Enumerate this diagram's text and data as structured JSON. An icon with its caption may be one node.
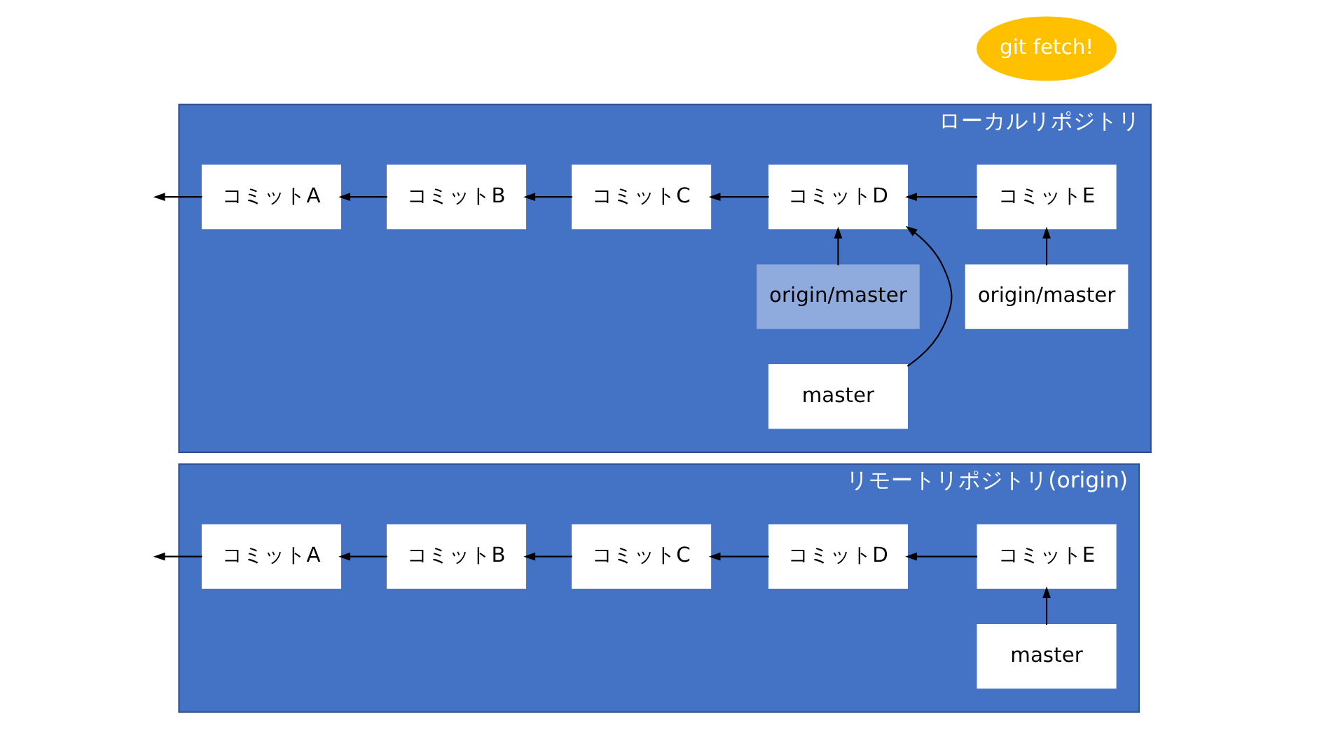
{
  "diagram": {
    "nodes": [
      {
        "text": [
          "リモートリポジトリ(origin)"
        ]
      },
      {
        "text": [
          "コミットA"
        ],
        "in": 0
      },
      {
        "text": [
          "コミットB"
        ],
        "in": 0
      },
      {
        "text": [
          "コミットC"
        ],
        "in": 0
      },
      {
        "text": [
          "コミットD"
        ],
        "in": 0
      },
      {
        "text": [
          "コミットE"
        ],
        "in": 0
      },
      {
        "text": [
          "master"
        ],
        "in": 0
      },
      {
        "text": [
          "ローカルリポジトリ"
        ]
      },
      {
        "text": [
          "origin/master"
        ],
        "in": 7
      },
      {
        "text": [
          "origin/master"
        ],
        "in": 7
      },
      {
        "text": [
          "コミットA"
        ],
        "in": 7
      },
      {
        "text": [
          "コミットB"
        ],
        "in": 7
      },
      {
        "text": [
          "コミットC"
        ],
        "in": 7
      },
      {
        "text": [
          "コミットD"
        ],
        "in": 7
      },
      {
        "text": [
          "コミットE"
        ],
        "in": 7
      },
      {
        "text": [
          "master"
        ],
        "in": 7
      },
      {
        "text": [
          "git fetch!"
        ]
      }
    ],
    "edges": [
      {
        "from": 1,
        "to": null,
        "arrow": "to"
      },
      {
        "from": 2,
        "to": 1,
        "arrow": "to"
      },
      {
        "from": 3,
        "to": 2,
        "arrow": "to"
      },
      {
        "from": 4,
        "to": 3,
        "arrow": "to"
      },
      {
        "from": 5,
        "to": 4,
        "arrow": "to"
      },
      {
        "from": 6,
        "to": 5,
        "arrow": "to"
      },
      {
        "from": 10,
        "to": null,
        "arrow": "to"
      },
      {
        "from": 11,
        "to": 10,
        "arrow": "to"
      },
      {
        "from": 12,
        "to": 11,
        "arrow": "to"
      },
      {
        "from": 13,
        "to": 12,
        "arrow": "to"
      },
      {
        "from": 14,
        "to": 13,
        "arrow": "to"
      },
      {
        "from": 8,
        "to": 13,
        "arrow": "to"
      },
      {
        "from": 9,
        "to": 14,
        "arrow": "to"
      },
      {
        "from": 15,
        "to": 13,
        "arrow": "to"
      }
    ]
  }
}
